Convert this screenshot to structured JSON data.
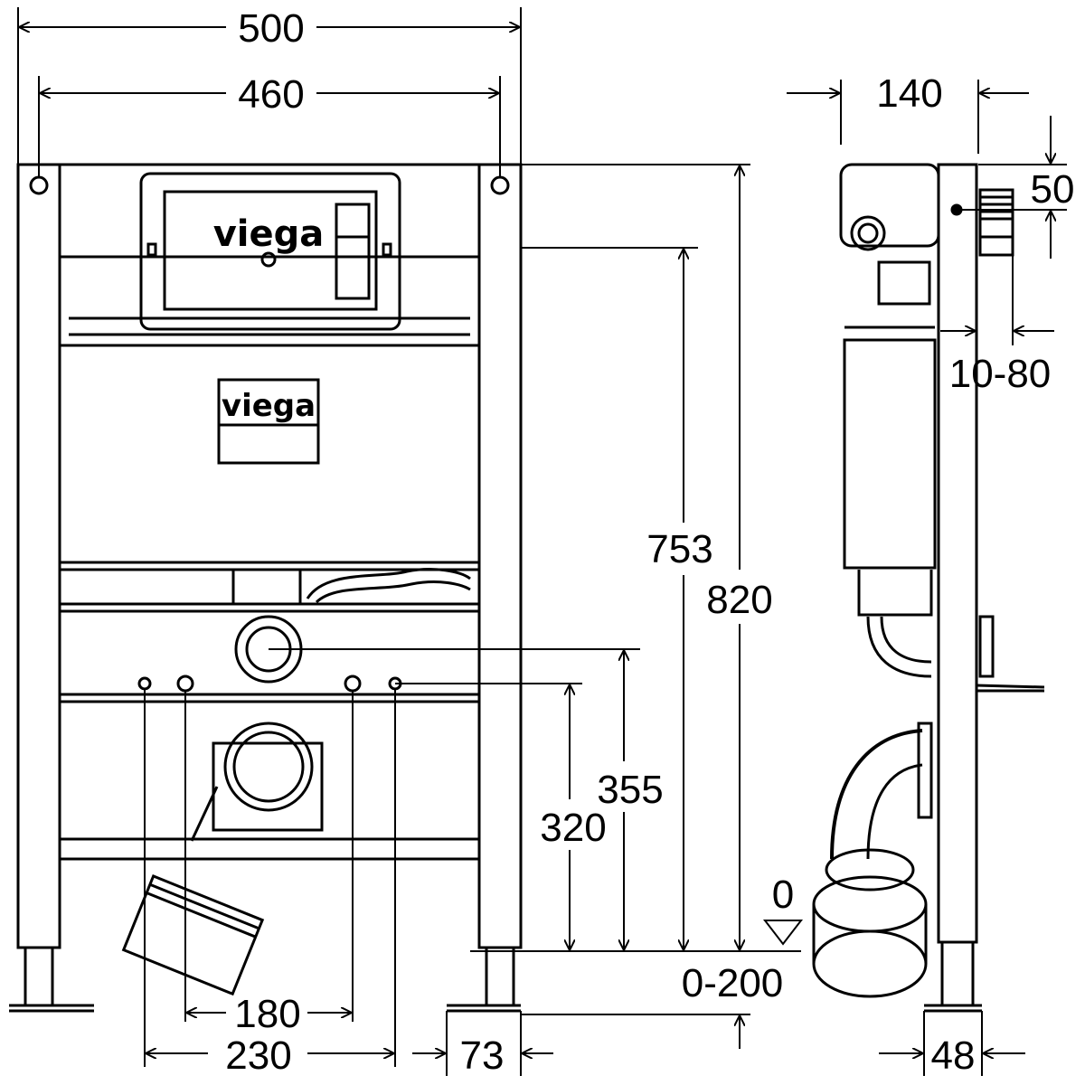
{
  "brand": {
    "logo_top": "viega",
    "logo_body": "viega"
  },
  "front_view": {
    "width_overall": "500",
    "width_inner": "460",
    "height_total": "820",
    "height_actuator": "753",
    "height_waste": "355",
    "height_bolts": "320",
    "floor_zero": "0",
    "floor_adjust": "0-200",
    "bolt_spacing_small": "180",
    "bolt_spacing_large": "230",
    "foot_depth": "73"
  },
  "side_view": {
    "depth": "140",
    "cistern_offset": "50",
    "wall_adjust": "10-80",
    "foot_width": "48"
  }
}
